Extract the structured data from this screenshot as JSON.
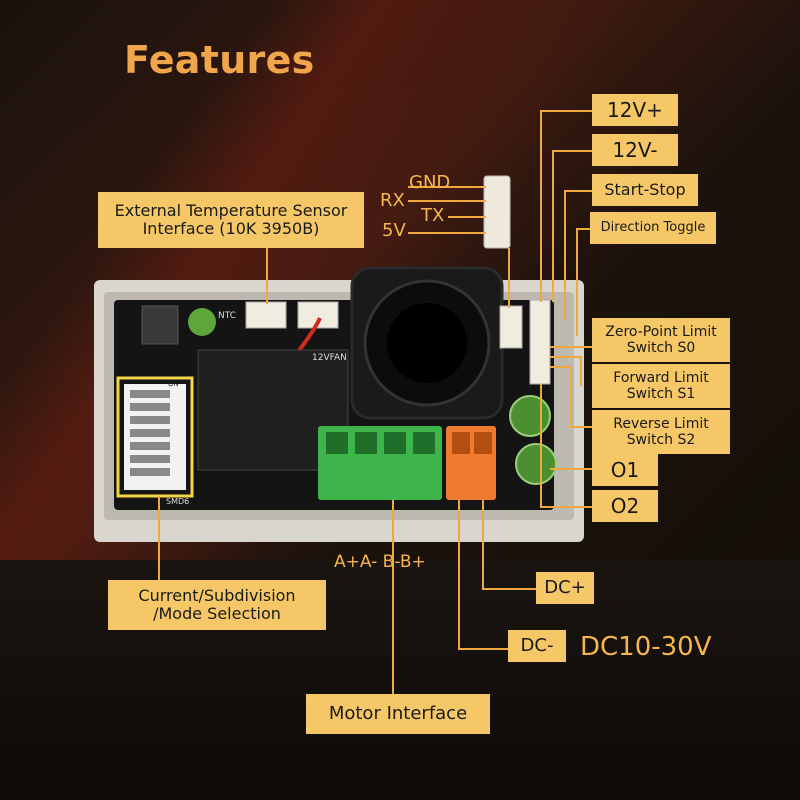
{
  "title": "Features",
  "labels": {
    "temp_sensor": "External Temperature Sensor Interface (10K 3950B)",
    "gnd": "GND",
    "rx": "RX",
    "tx": "TX",
    "v5": "5V",
    "v12_plus": "12V+",
    "v12_minus": "12V-",
    "start_stop": "Start-Stop",
    "direction_toggle": "Direction Toggle",
    "zero_point": "Zero-Point Limit Switch S0",
    "forward_limit": "Forward Limit Switch S1",
    "reverse_limit": "Reverse Limit Switch S2",
    "o1": "O1",
    "o2": "O2",
    "dc_plus": "DC+",
    "dc_minus": "DC-",
    "dc_range": "DC10-30V",
    "current_mode": "Current/Subdivision /Mode Selection",
    "motor_interface": "Motor Interface",
    "motor_pins": "A+A- B-B+"
  },
  "board_text": {
    "ntc": "NTC",
    "fan": "12VFAN",
    "model": "SMD6",
    "on": "ON"
  },
  "colors": {
    "label_bg": "#f5c766",
    "label_dark": "#b37913",
    "title": "#f0a54a",
    "line": "#f0a93e",
    "terminal_green": "#3db54a",
    "terminal_orange": "#f07a2f"
  }
}
